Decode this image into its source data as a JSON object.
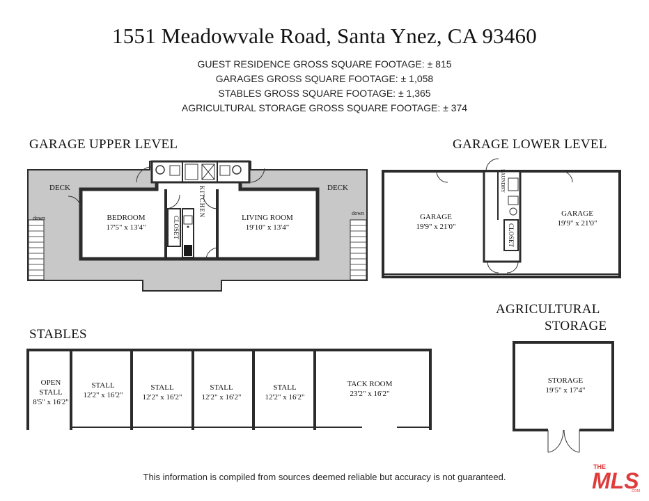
{
  "title": "1551 Meadowvale Road, Santa Ynez, CA 93460",
  "square_footage": [
    "GUEST RESIDENCE GROSS SQUARE FOOTAGE: ± 815",
    "GARAGES GROSS SQUARE FOOTAGE: ± 1,058",
    "STABLES GROSS SQUARE FOOTAGE: ± 1,365",
    "AGRICULTURAL STORAGE GROSS SQUARE FOOTAGE: ± 374"
  ],
  "sections": {
    "garage_upper": "GARAGE UPPER LEVEL",
    "garage_lower": "GARAGE LOWER LEVEL",
    "agricultural_line1": "AGRICULTURAL",
    "agricultural_line2": "STORAGE",
    "stables": "STABLES"
  },
  "upper_level": {
    "deck_left": "DECK",
    "deck_right": "DECK",
    "down_left": "down",
    "down_right": "down",
    "bedroom": {
      "name": "BEDROOM",
      "dims": "17'5\" x 13'4\""
    },
    "living_room": {
      "name": "LIVING ROOM",
      "dims": "19'10\" x 13'4\""
    },
    "closet": "CLOSET",
    "kitchen": "KITCHEN"
  },
  "lower_level": {
    "garage_left": {
      "name": "GARAGE",
      "dims": "19'9\" x 21'0\""
    },
    "garage_right": {
      "name": "GARAGE",
      "dims": "19'9\" x 21'0\""
    },
    "laundry": "LAUNDRY",
    "closet": "CLOSET"
  },
  "stables": [
    {
      "name": "OPEN STALL",
      "dims": "8'5\" x 16'2\""
    },
    {
      "name": "STALL",
      "dims": "12'2\" x 16'2\""
    },
    {
      "name": "STALL",
      "dims": "12'2\" x 16'2\""
    },
    {
      "name": "STALL",
      "dims": "12'2\" x 16'2\""
    },
    {
      "name": "STALL",
      "dims": "12'2\" x 16'2\""
    },
    {
      "name": "TACK ROOM",
      "dims": "23'2\" x 16'2\""
    }
  ],
  "storage": {
    "name": "STORAGE",
    "dims": "19'5\" x 17'4\""
  },
  "footer": "This information is compiled from sources deemed reliable but accuracy is not guaranteed.",
  "logo": {
    "line1": "THE",
    "text": "MLS",
    "suffix": ".COM",
    "color": "#e03b3b"
  },
  "colors": {
    "wall": "#2b2b2b",
    "deck": "#c8c8c8",
    "floor": "#ffffff"
  }
}
